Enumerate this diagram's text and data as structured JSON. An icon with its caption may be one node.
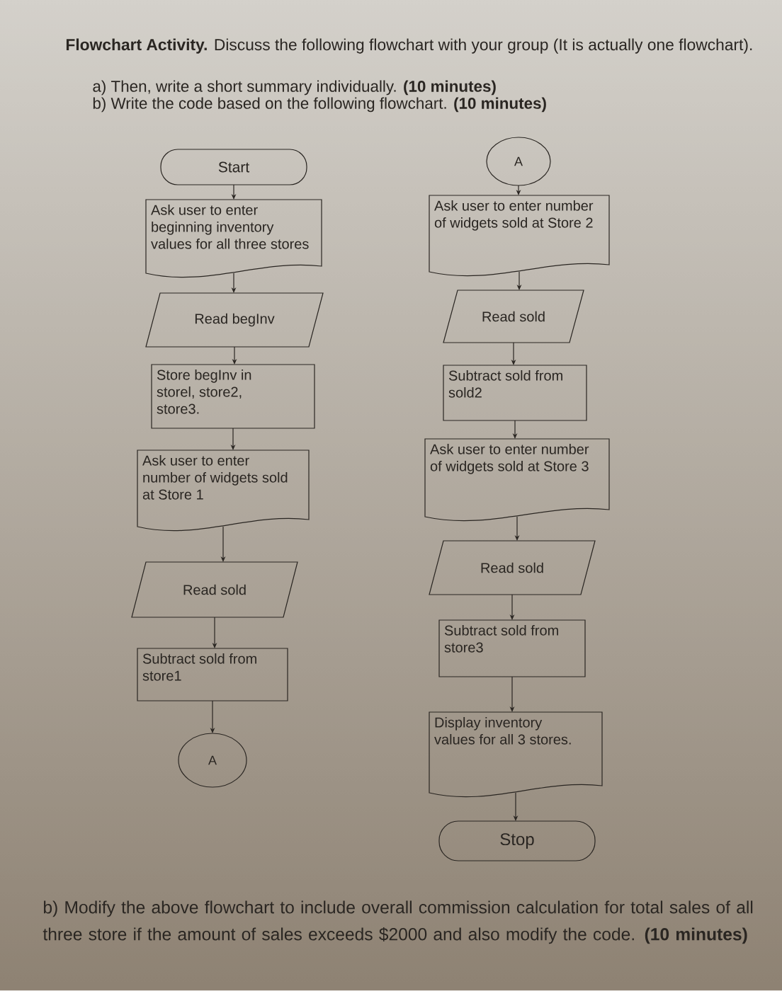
{
  "diagram": {
    "title": "**Flowchart Activity.** Discuss the following flowchart with your group (It is actually one flowchart).",
    "nodes": [
      {
        "text": [
          "Start"
        ]
      },
      {
        "text": [
          "Ask user to enter beginning inventory values for all three stores"
        ]
      },
      {
        "text": [
          "Read begInv"
        ]
      },
      {
        "text": [
          "Store begInv in storel, store2, store3."
        ]
      },
      {
        "text": [
          "Ask user to enter number of widgets sold at Store 1"
        ]
      },
      {
        "text": [
          "Read sold"
        ]
      },
      {
        "text": [
          "Subtract sold from store1"
        ]
      },
      {
        "text": [
          "A"
        ]
      },
      {
        "text": [
          "A"
        ]
      },
      {
        "text": [
          "Ask user to enter number of widgets sold at Store 2"
        ]
      },
      {
        "text": [
          "Read sold"
        ]
      },
      {
        "text": [
          "Subtract sold from sold2"
        ]
      },
      {
        "text": [
          "Ask user to enter number of widgets sold at Store 3"
        ]
      },
      {
        "text": [
          "Read sold"
        ]
      },
      {
        "text": [
          "Subtract sold from store3"
        ]
      },
      {
        "text": [
          "Display inventory values for all 3 stores."
        ]
      },
      {
        "text": [
          "Stop"
        ]
      }
    ],
    "edges": [
      {
        "from": 0,
        "to": 1,
        "arrow": "to"
      },
      {
        "from": 1,
        "to": 2,
        "arrow": "to"
      },
      {
        "from": 2,
        "to": 3,
        "arrow": "to"
      },
      {
        "from": 3,
        "to": 4,
        "arrow": "to"
      },
      {
        "from": 4,
        "to": 5,
        "arrow": "to"
      },
      {
        "from": 5,
        "to": 6,
        "arrow": "to"
      },
      {
        "from": 6,
        "to": 7,
        "arrow": "to"
      },
      {
        "from": 8,
        "to": 9,
        "arrow": "to"
      },
      {
        "from": 9,
        "to": 10,
        "arrow": "to"
      },
      {
        "from": 10,
        "to": 11,
        "arrow": "to"
      },
      {
        "from": 11,
        "to": 12,
        "arrow": "to"
      },
      {
        "from": 12,
        "to": 13,
        "arrow": "to"
      },
      {
        "from": 13,
        "to": 14,
        "arrow": "to"
      },
      {
        "from": 14,
        "to": 15,
        "arrow": "to"
      },
      {
        "from": 15,
        "to": 16,
        "arrow": "to"
      }
    ],
    "labels": [
      "a) Then, write a short summary individually. **(10 minutes)**",
      "b) Write the code based on the following flowchart. **(10 minutes)**",
      "b) Modify the above flowchart to include overall commission calculation for total sales of all three store if the amount of sales exceeds $2000 and also modify the code. **(10 minutes)**"
    ]
  }
}
